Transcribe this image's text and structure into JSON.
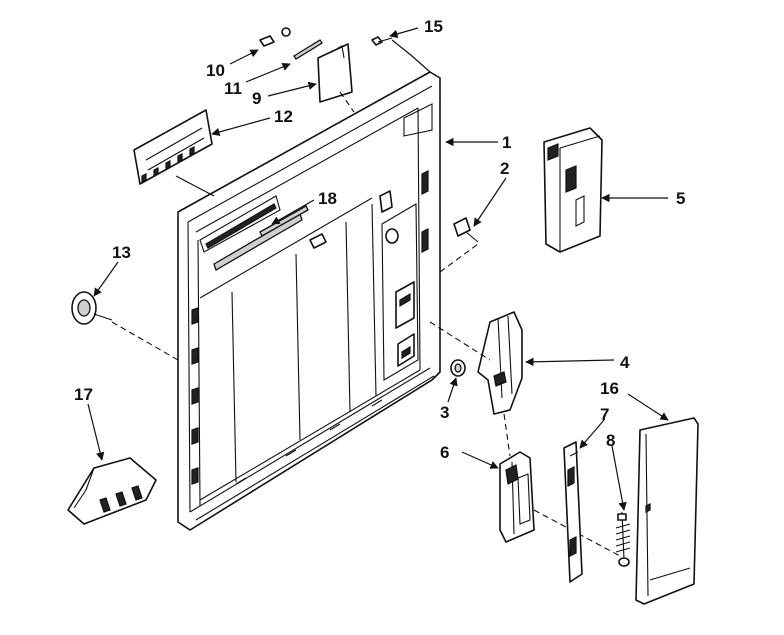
{
  "callouts": [
    {
      "id": "c1",
      "label": "1"
    },
    {
      "id": "c2",
      "label": "2"
    },
    {
      "id": "c3",
      "label": "3"
    },
    {
      "id": "c4",
      "label": "4"
    },
    {
      "id": "c5",
      "label": "5"
    },
    {
      "id": "c6",
      "label": "6"
    },
    {
      "id": "c7",
      "label": "7"
    },
    {
      "id": "c8",
      "label": "8"
    },
    {
      "id": "c9",
      "label": "9"
    },
    {
      "id": "c10",
      "label": "10"
    },
    {
      "id": "c11",
      "label": "11"
    },
    {
      "id": "c12",
      "label": "12"
    },
    {
      "id": "c13",
      "label": "13"
    },
    {
      "id": "c15",
      "label": "15"
    },
    {
      "id": "c16",
      "label": "16"
    },
    {
      "id": "c17",
      "label": "17"
    },
    {
      "id": "c18",
      "label": "18"
    }
  ]
}
